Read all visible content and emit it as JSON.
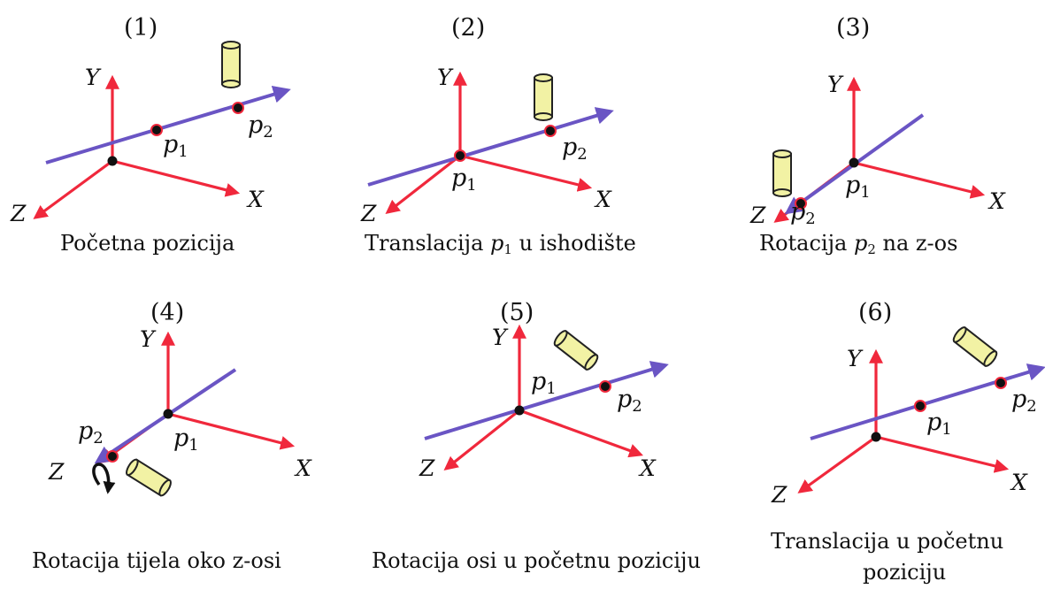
{
  "panels": [
    {
      "number": "(1)",
      "caption": "Početna pozicija"
    },
    {
      "number": "(2)",
      "caption_pre": "Translacija ",
      "caption_point": "p",
      "caption_sub": "1",
      "caption_post": " u ishodište"
    },
    {
      "number": "(3)",
      "caption_pre": "Rotacija ",
      "caption_point": "p",
      "caption_sub": "2",
      "caption_post": " na z-os"
    },
    {
      "number": "(4)",
      "caption": "Rotacija tijela oko z-osi"
    },
    {
      "number": "(5)",
      "caption": "Rotacija osi u početnu poziciju"
    },
    {
      "number": "(6)",
      "caption_line1": "Translacija u početnu",
      "caption_line2": "poziciju"
    }
  ],
  "axis_labels": {
    "x": "X",
    "y": "Y",
    "z": "Z"
  },
  "point_labels": {
    "p1_letter": "p",
    "p1_sub": "1",
    "p2_letter": "p",
    "p2_sub": "2"
  },
  "colors": {
    "axes": "#f0283c",
    "rotation_axis": "#6a55c4",
    "object": "#f2f2a4",
    "points": "#111111"
  }
}
